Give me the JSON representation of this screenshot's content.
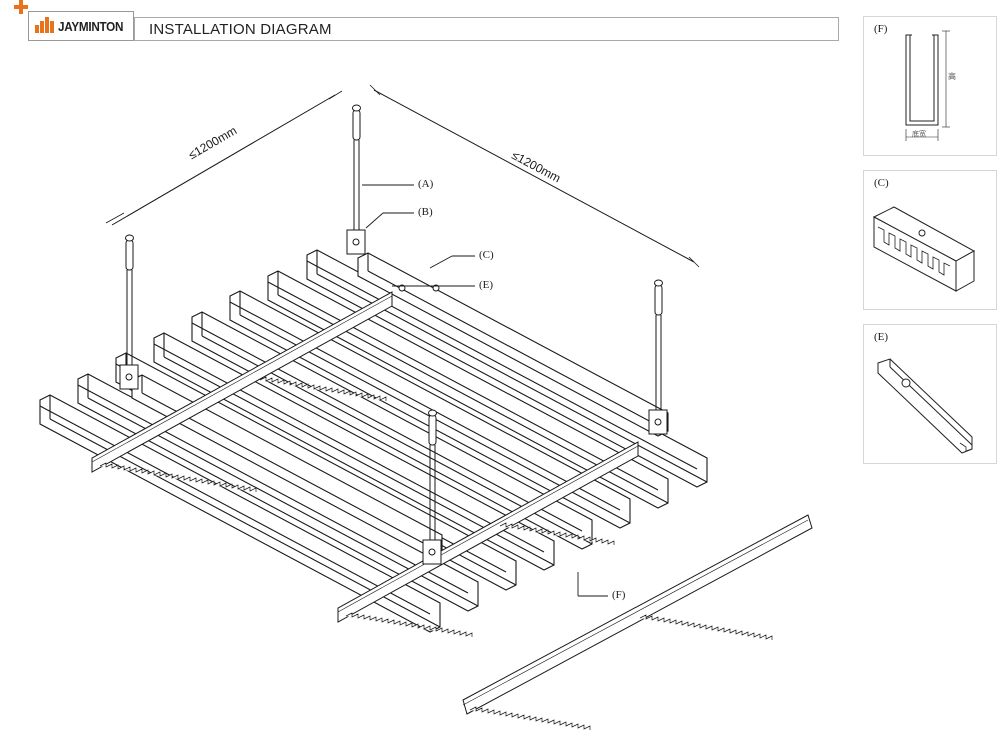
{
  "header": {
    "brand": "JAYMINTON",
    "title": "INSTALLATION DIAGRAM"
  },
  "dimensions": {
    "left": "≤1200mm",
    "right": "≤1200mm"
  },
  "callouts": {
    "a": "(A)",
    "b": "(B)",
    "c": "(C)",
    "e": "(E)",
    "f": "(F)"
  },
  "panels": {
    "f": {
      "label": "(F)",
      "height_mark": "高",
      "width_mark": "底宽"
    },
    "c": {
      "label": "(C)"
    },
    "e": {
      "label": "(E)"
    }
  },
  "colors": {
    "accent": "#e8731c",
    "line": "#1a1a1a"
  }
}
